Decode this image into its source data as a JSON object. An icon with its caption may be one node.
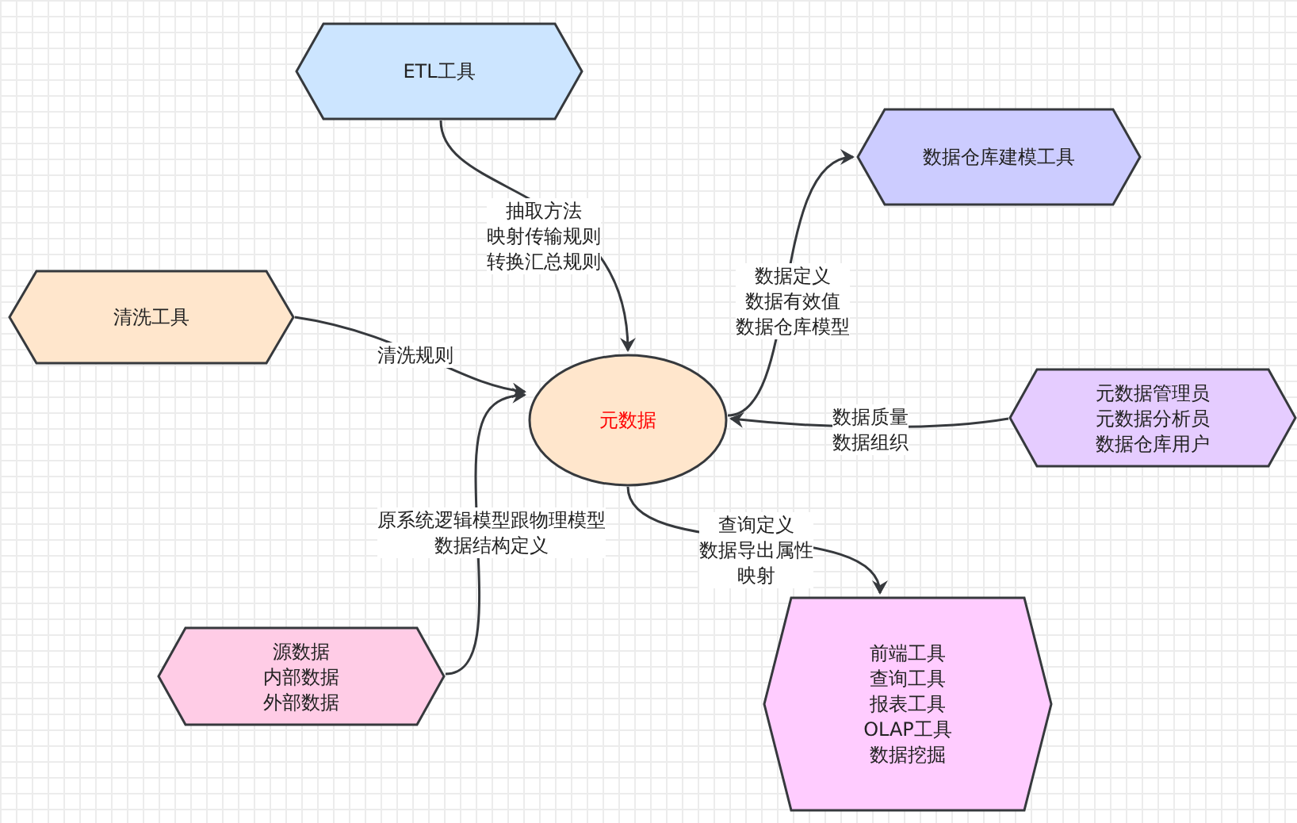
{
  "diagram": {
    "nodes": [
      {
        "text": [
          "ETL工具"
        ]
      },
      {
        "text": [
          "数据仓库建模工具"
        ]
      },
      {
        "text": [
          "清洗工具"
        ]
      },
      {
        "text": [
          "元数据"
        ]
      },
      {
        "text": [
          "元数据管理员元数据分析员数据仓库用户"
        ]
      },
      {
        "text": [
          "源数据内部数据外部数据"
        ]
      },
      {
        "text": [
          "前端工具查询工具报表工具OLAP工具数据挖掘"
        ]
      }
    ],
    "edges": [
      {
        "from": 0,
        "to": 3,
        "arrow": "to",
        "label": "抽取方法映射传输规则转换汇总规则"
      },
      {
        "from": 3,
        "to": 1,
        "arrow": "to",
        "label": "数据定义数据有效值数据仓库模型"
      },
      {
        "from": 2,
        "to": 3,
        "arrow": "to",
        "label": "清洗规则"
      },
      {
        "from": 4,
        "to": 3,
        "arrow": "to",
        "label": "数据质量数据组织"
      },
      {
        "from": 3,
        "to": 6,
        "arrow": "to",
        "label": "查询定义数据导出属性映射"
      },
      {
        "from": 5,
        "to": 3,
        "arrow": "to",
        "label": "原系统逻辑模型跟物理模型数据结构定义"
      }
    ]
  }
}
